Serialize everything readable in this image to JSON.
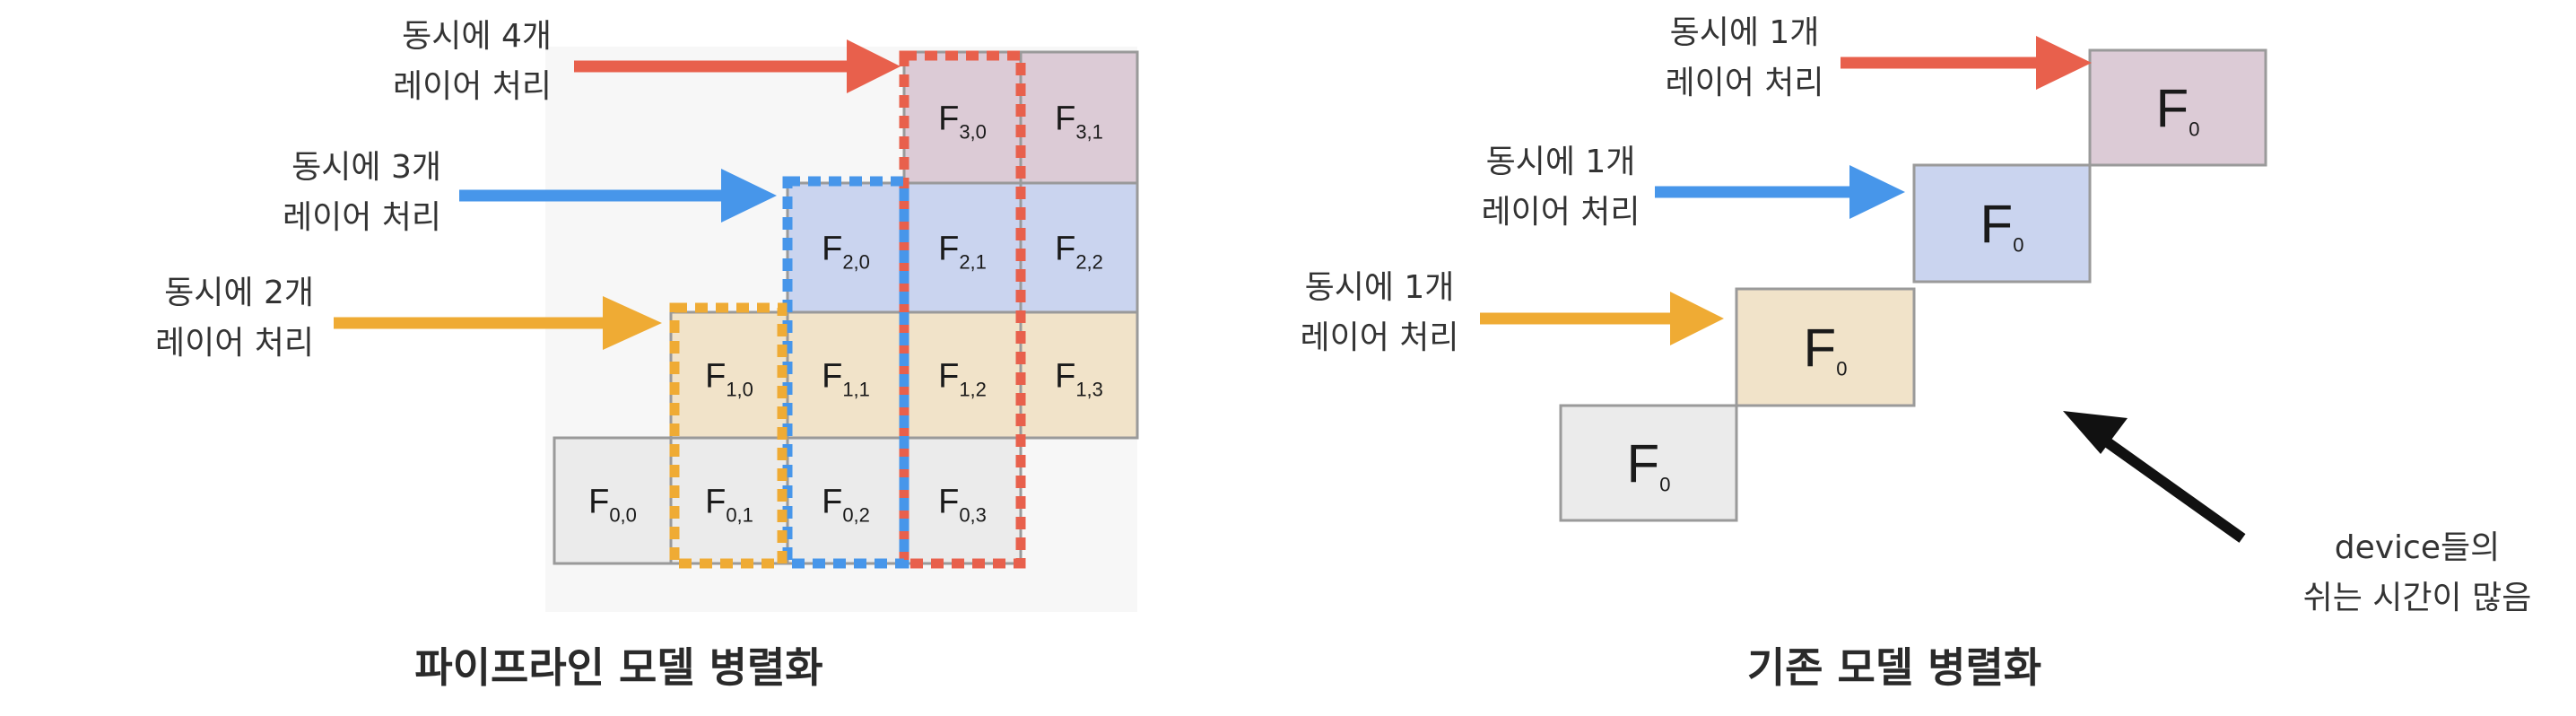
{
  "colors": {
    "red": "#e8604c",
    "blue": "#4796ea",
    "yellow": "#efab34",
    "black": "#111111",
    "row3_fill": "#dccbd6",
    "row2_fill": "#cad4ef",
    "row1_fill": "#f1e3c9",
    "row0_fill": "#ebebeb",
    "cell_border": "#9a9a9a"
  },
  "pipeline": {
    "title": "파이프라인 모델 병렬화",
    "cells": [
      {
        "row": 0,
        "main": "F",
        "sub": "0,0"
      },
      {
        "row": 0,
        "main": "F",
        "sub": "0,1"
      },
      {
        "row": 0,
        "main": "F",
        "sub": "0,2"
      },
      {
        "row": 0,
        "main": "F",
        "sub": "0,3"
      },
      {
        "row": 1,
        "main": "F",
        "sub": "1,0"
      },
      {
        "row": 1,
        "main": "F",
        "sub": "1,1"
      },
      {
        "row": 1,
        "main": "F",
        "sub": "1,2"
      },
      {
        "row": 1,
        "main": "F",
        "sub": "1,3"
      },
      {
        "row": 2,
        "main": "F",
        "sub": "2,0"
      },
      {
        "row": 2,
        "main": "F",
        "sub": "2,1"
      },
      {
        "row": 2,
        "main": "F",
        "sub": "2,2"
      },
      {
        "row": 3,
        "main": "F",
        "sub": "3,0"
      },
      {
        "row": 3,
        "main": "F",
        "sub": "3,1"
      }
    ],
    "labels": [
      {
        "color": "red",
        "line1": "동시에 4개",
        "line2": "레이어 처리"
      },
      {
        "color": "blue",
        "line1": "동시에 3개",
        "line2": "레이어 처리"
      },
      {
        "color": "yellow",
        "line1": "동시에 2개",
        "line2": "레이어 처리"
      }
    ]
  },
  "baseline": {
    "title": "기존 모델 병렬화",
    "cells": [
      {
        "row": 3,
        "main": "F",
        "sub": "0"
      },
      {
        "row": 2,
        "main": "F",
        "sub": "0"
      },
      {
        "row": 1,
        "main": "F",
        "sub": "0"
      },
      {
        "row": 0,
        "main": "F",
        "sub": "0"
      }
    ],
    "labels": [
      {
        "color": "red",
        "line1": "동시에 1개",
        "line2": "레이어 처리"
      },
      {
        "color": "blue",
        "line1": "동시에 1개",
        "line2": "레이어 처리"
      },
      {
        "color": "yellow",
        "line1": "동시에 1개",
        "line2": "레이어 처리"
      }
    ],
    "idle_note": {
      "line1": "device들의",
      "line2": "쉬는 시간이 많음"
    }
  }
}
